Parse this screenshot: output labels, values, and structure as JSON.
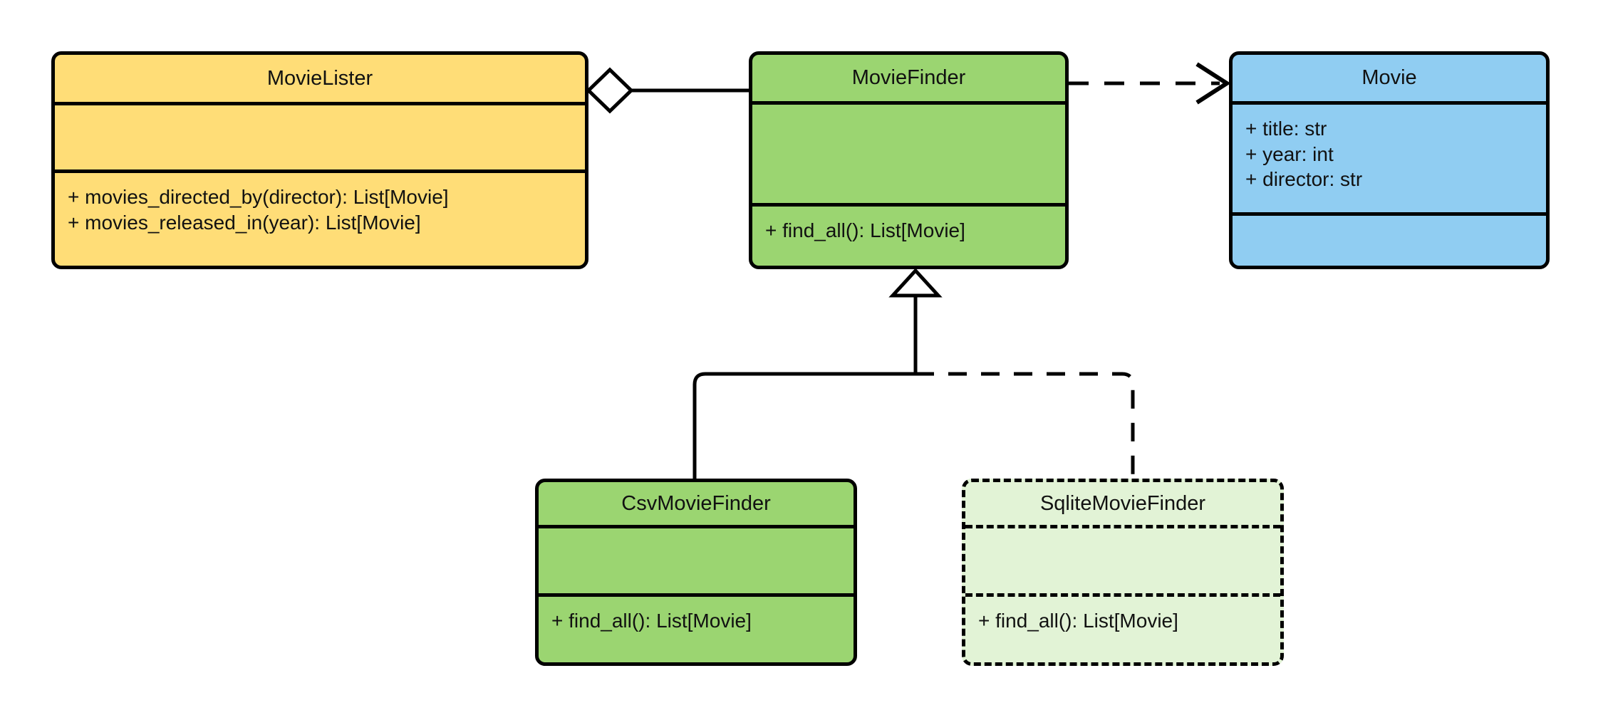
{
  "diagram": {
    "title": "MovieLister dependency injection UML class diagram",
    "type": "uml-class-diagram",
    "background": "#ffffff",
    "line_color": "#000000"
  },
  "colors": {
    "yellow_fill": "#FFDD77",
    "green_fill": "#9BD571",
    "blue_fill": "#90CDF2",
    "light_green_fill": "#E2F3D6",
    "stroke": "#000000",
    "text": "#111111"
  },
  "classes": [
    {
      "id": "movie-lister",
      "name": "MovieLister",
      "fill": "#FFDD77",
      "border_style": "solid",
      "attributes": [],
      "methods": [
        "+ movies_directed_by(director): List[Movie]",
        "+ movies_released_in(year): List[Movie]"
      ]
    },
    {
      "id": "movie-finder",
      "name": "MovieFinder",
      "fill": "#9BD571",
      "border_style": "solid",
      "attributes": [],
      "methods": [
        "+ find_all(): List[Movie]"
      ]
    },
    {
      "id": "movie",
      "name": "Movie",
      "fill": "#90CDF2",
      "border_style": "solid",
      "attributes": [
        "+ title: str",
        "+ year: int",
        "+ director: str"
      ],
      "methods": []
    },
    {
      "id": "csv-movie-finder",
      "name": "CsvMovieFinder",
      "fill": "#9BD571",
      "border_style": "solid",
      "attributes": [],
      "methods": [
        "+ find_all(): List[Movie]"
      ]
    },
    {
      "id": "sqlite-movie-finder",
      "name": "SqliteMovieFinder",
      "fill": "#E2F3D6",
      "border_style": "dashed",
      "attributes": [],
      "methods": [
        "+ find_all(): List[Movie]"
      ]
    }
  ],
  "relationships": [
    {
      "id": "aggregation-lister-finder",
      "kind": "aggregation",
      "source": "MovieLister",
      "target": "MovieFinder",
      "line_style": "solid",
      "source_marker": "hollow-diamond",
      "target_marker": "none"
    },
    {
      "id": "dependency-finder-movie",
      "kind": "dependency",
      "source": "MovieFinder",
      "target": "Movie",
      "line_style": "dashed",
      "source_marker": "none",
      "target_marker": "open-arrow"
    },
    {
      "id": "inheritance-csv-finder",
      "kind": "generalization",
      "source": "CsvMovieFinder",
      "target": "MovieFinder",
      "line_style": "solid",
      "source_marker": "none",
      "target_marker": "hollow-triangle"
    },
    {
      "id": "inheritance-sqlite-finder",
      "kind": "generalization",
      "source": "SqliteMovieFinder",
      "target": "MovieFinder",
      "line_style": "dashed",
      "source_marker": "none",
      "target_marker": "hollow-triangle"
    }
  ]
}
